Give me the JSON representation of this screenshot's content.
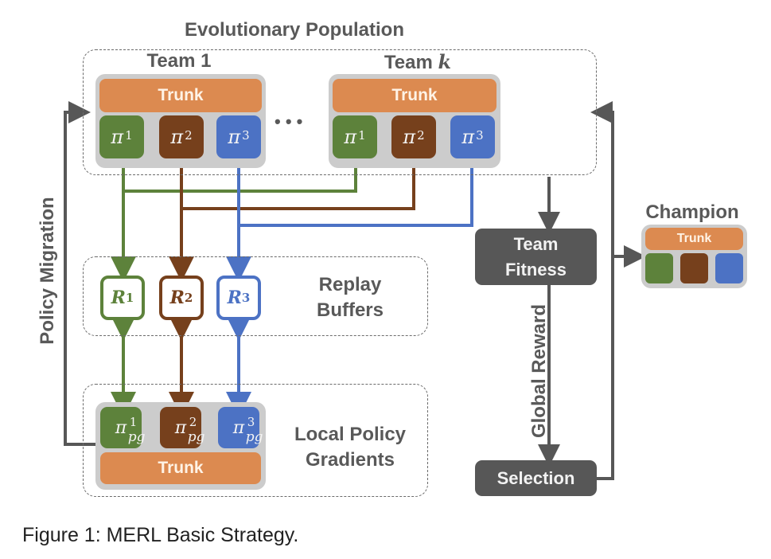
{
  "title": "Evolutionary Population",
  "teams": [
    {
      "label": "Team 1",
      "trunk": "Trunk",
      "policies": [
        "π",
        "π",
        "π"
      ],
      "policy_indices": [
        "1",
        "2",
        "3"
      ]
    },
    {
      "label": "Team ",
      "label_var": "k",
      "trunk": "Trunk",
      "policies": [
        "π",
        "π",
        "π"
      ],
      "policy_indices": [
        "1",
        "2",
        "3"
      ]
    }
  ],
  "ellipsis": "• • •",
  "replay": {
    "label_line1": "Replay",
    "label_line2": "Buffers",
    "buffers": [
      {
        "symbol": "R",
        "index": "1"
      },
      {
        "symbol": "R",
        "index": "2"
      },
      {
        "symbol": "R",
        "index": "3"
      }
    ]
  },
  "local_pg": {
    "label_line1": "Local Policy",
    "label_line2": "Gradients",
    "trunk": "Trunk",
    "policies": [
      {
        "symbol": "π",
        "sup": "1",
        "sub": "pg"
      },
      {
        "symbol": "π",
        "sup": "2",
        "sub": "pg"
      },
      {
        "symbol": "π",
        "sup": "3",
        "sub": "pg"
      }
    ]
  },
  "team_fitness": {
    "line1": "Team",
    "line2": "Fitness"
  },
  "selection": "Selection",
  "global_reward": "Global Reward",
  "policy_migration": "Policy Migration",
  "champion": {
    "label": "Champion",
    "trunk": "Trunk"
  },
  "caption": "Figure 1: MERL Basic Strategy.",
  "colors": {
    "green": "#5d823b",
    "brown": "#76401c",
    "blue": "#4c72c4",
    "trunk": "#dc8a50",
    "dark": "#575757"
  }
}
